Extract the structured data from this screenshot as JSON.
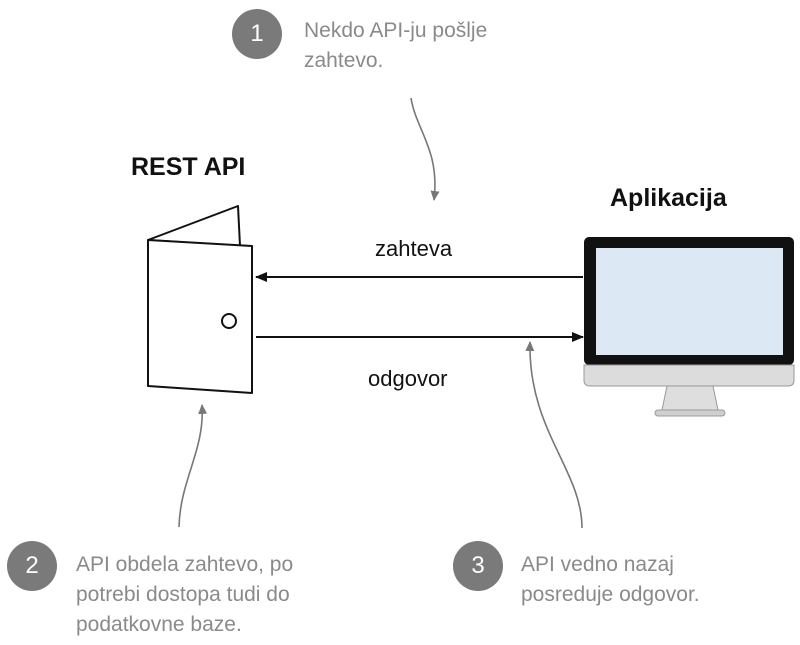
{
  "headings": {
    "rest_api": "REST API",
    "application": "Aplikacija"
  },
  "arrows": {
    "request": "zahteva",
    "response": "odgovor"
  },
  "steps": [
    {
      "number": "1",
      "lines": [
        "Nekdo API-ju pošlje",
        "zahtevo."
      ]
    },
    {
      "number": "2",
      "lines": [
        "API obdela zahtevo, po",
        "potrebi dostopa tudi do",
        "podatkovne baze."
      ]
    },
    {
      "number": "3",
      "lines": [
        "API vedno nazaj",
        "posreduje odgovor."
      ]
    }
  ],
  "colors": {
    "badge": "#7a7a7a",
    "step_text": "#8a8a8a",
    "screen": "#dce8f3",
    "monitor_frame": "#111111",
    "monitor_chin": "#dcdcdc"
  },
  "icons": {
    "api": "door-icon",
    "application": "monitor-icon"
  }
}
